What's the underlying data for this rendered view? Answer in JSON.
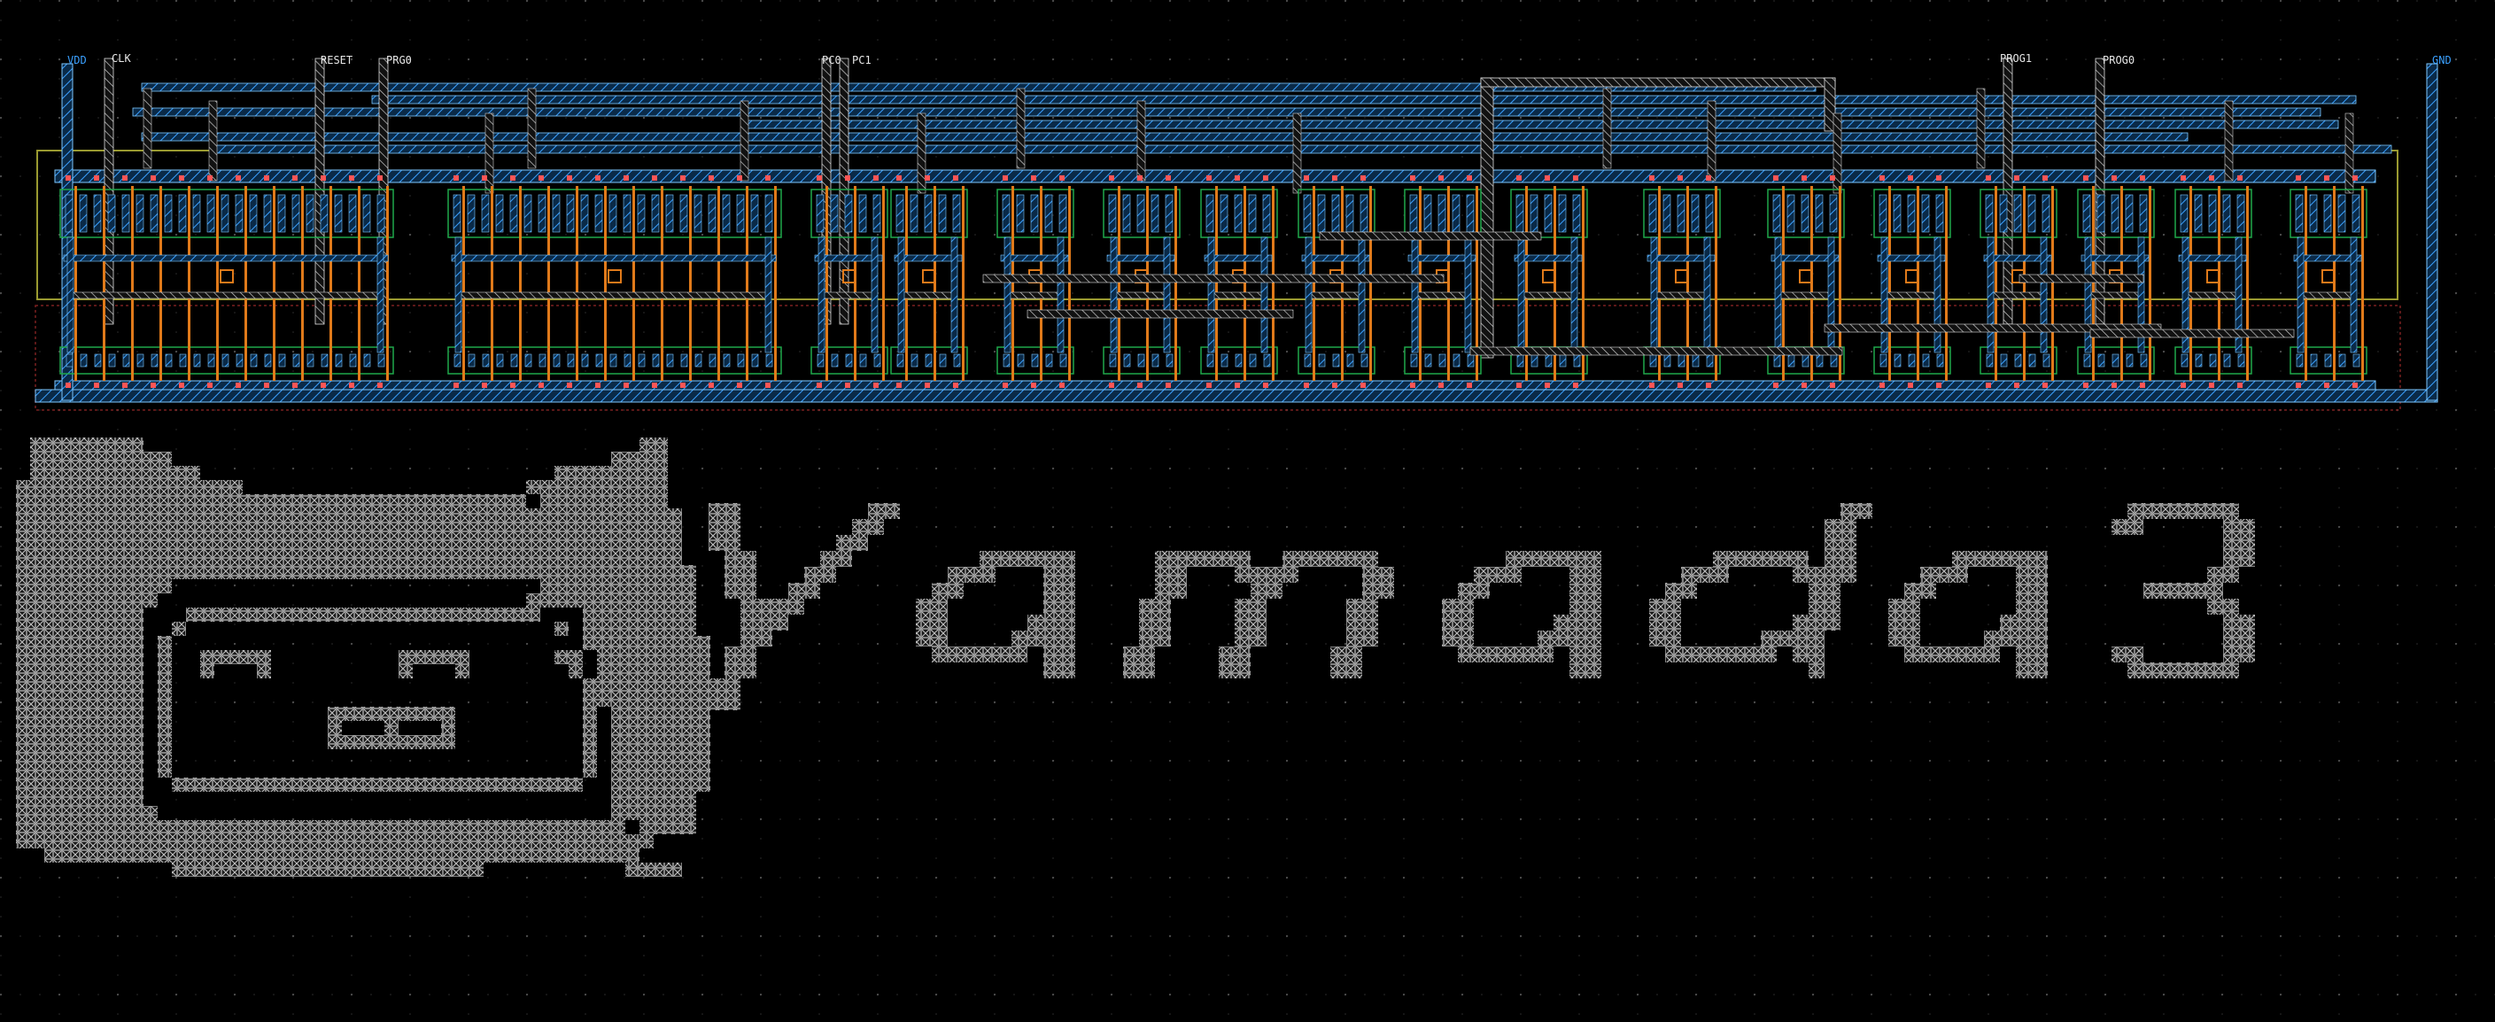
{
  "theme": {
    "background": "#000000",
    "grid_dot": "#4a4a4a",
    "metal1": "#2d8fe0",
    "metal2": "#7ec8ff",
    "poly": "#e07a1a",
    "diffusion": "#1fa84a",
    "contact": "#e0e0e0",
    "artwork": "#b8b8b8",
    "cell_outline": "#9a9a30"
  },
  "pins": [
    {
      "id": "vdd",
      "label": "VDD",
      "kind": "power"
    },
    {
      "id": "clk",
      "label": "CLK",
      "kind": "signal"
    },
    {
      "id": "reset",
      "label": "RESET",
      "kind": "signal"
    },
    {
      "id": "prg",
      "label": "PRG0",
      "kind": "signal"
    },
    {
      "id": "pc0",
      "label": "PC0",
      "kind": "signal"
    },
    {
      "id": "pc1",
      "label": "PC1",
      "kind": "signal"
    },
    {
      "id": "prog1",
      "label": "PROG1",
      "kind": "signal"
    },
    {
      "id": "prog0",
      "label": "PROG0",
      "kind": "signal"
    },
    {
      "id": "gnd",
      "label": "GND",
      "kind": "power"
    }
  ],
  "artwork": {
    "logo_name": "cat-face-logo",
    "text_name": "yamada3-wordmark"
  }
}
